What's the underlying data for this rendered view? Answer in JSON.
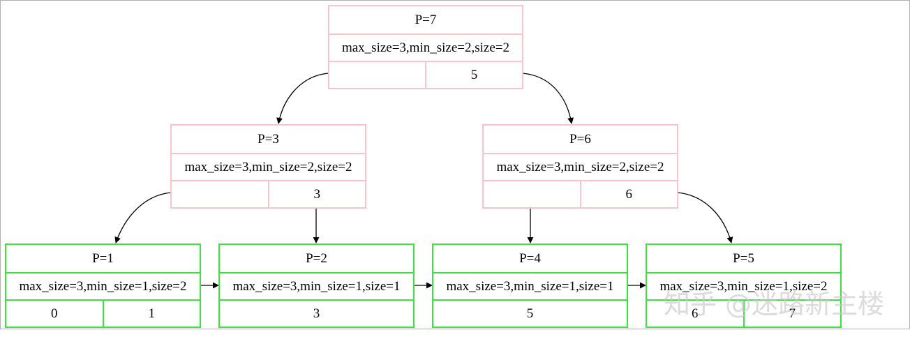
{
  "nodes": {
    "root": {
      "page": "P=7",
      "meta": "max_size=3,min_size=2,size=2",
      "keys": [
        "",
        "5"
      ]
    },
    "int_l": {
      "page": "P=3",
      "meta": "max_size=3,min_size=2,size=2",
      "keys": [
        "",
        "3"
      ]
    },
    "int_r": {
      "page": "P=6",
      "meta": "max_size=3,min_size=2,size=2",
      "keys": [
        "",
        "6"
      ]
    },
    "leaf1": {
      "page": "P=1",
      "meta": "max_size=3,min_size=1,size=2",
      "keys": [
        "0",
        "1"
      ]
    },
    "leaf2": {
      "page": "P=2",
      "meta": "max_size=3,min_size=1,size=1",
      "keys": [
        "3"
      ]
    },
    "leaf4": {
      "page": "P=4",
      "meta": "max_size=3,min_size=1,size=1",
      "keys": [
        "5"
      ]
    },
    "leaf5": {
      "page": "P=5",
      "meta": "max_size=3,min_size=1,size=2",
      "keys": [
        "6",
        "7"
      ]
    }
  },
  "watermark": "知乎 @迷路新主楼",
  "colors": {
    "internal_border": "#f6c6cc",
    "leaf_border": "#3ee23e",
    "edge": "#000000"
  }
}
